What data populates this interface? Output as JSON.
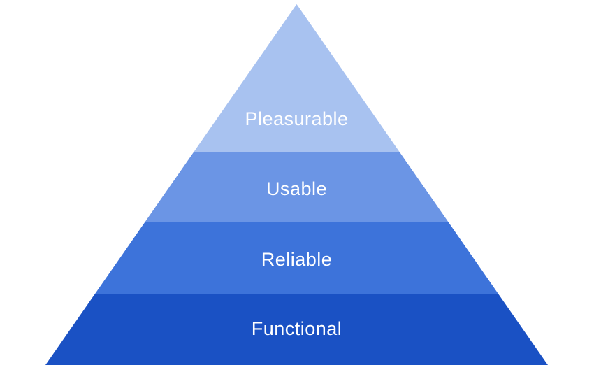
{
  "diagram": {
    "type": "pyramid",
    "background_color": "#ffffff",
    "text_color": "#ffffff",
    "levels": [
      {
        "rank": 1,
        "position": "top",
        "label": "Pleasurable",
        "color": "#a8c2f0"
      },
      {
        "rank": 2,
        "position": "upper-middle",
        "label": "Usable",
        "color": "#6b95e5"
      },
      {
        "rank": 3,
        "position": "lower-middle",
        "label": "Reliable",
        "color": "#3d73da"
      },
      {
        "rank": 4,
        "position": "bottom",
        "label": "Functional",
        "color": "#1a51c4"
      }
    ]
  }
}
